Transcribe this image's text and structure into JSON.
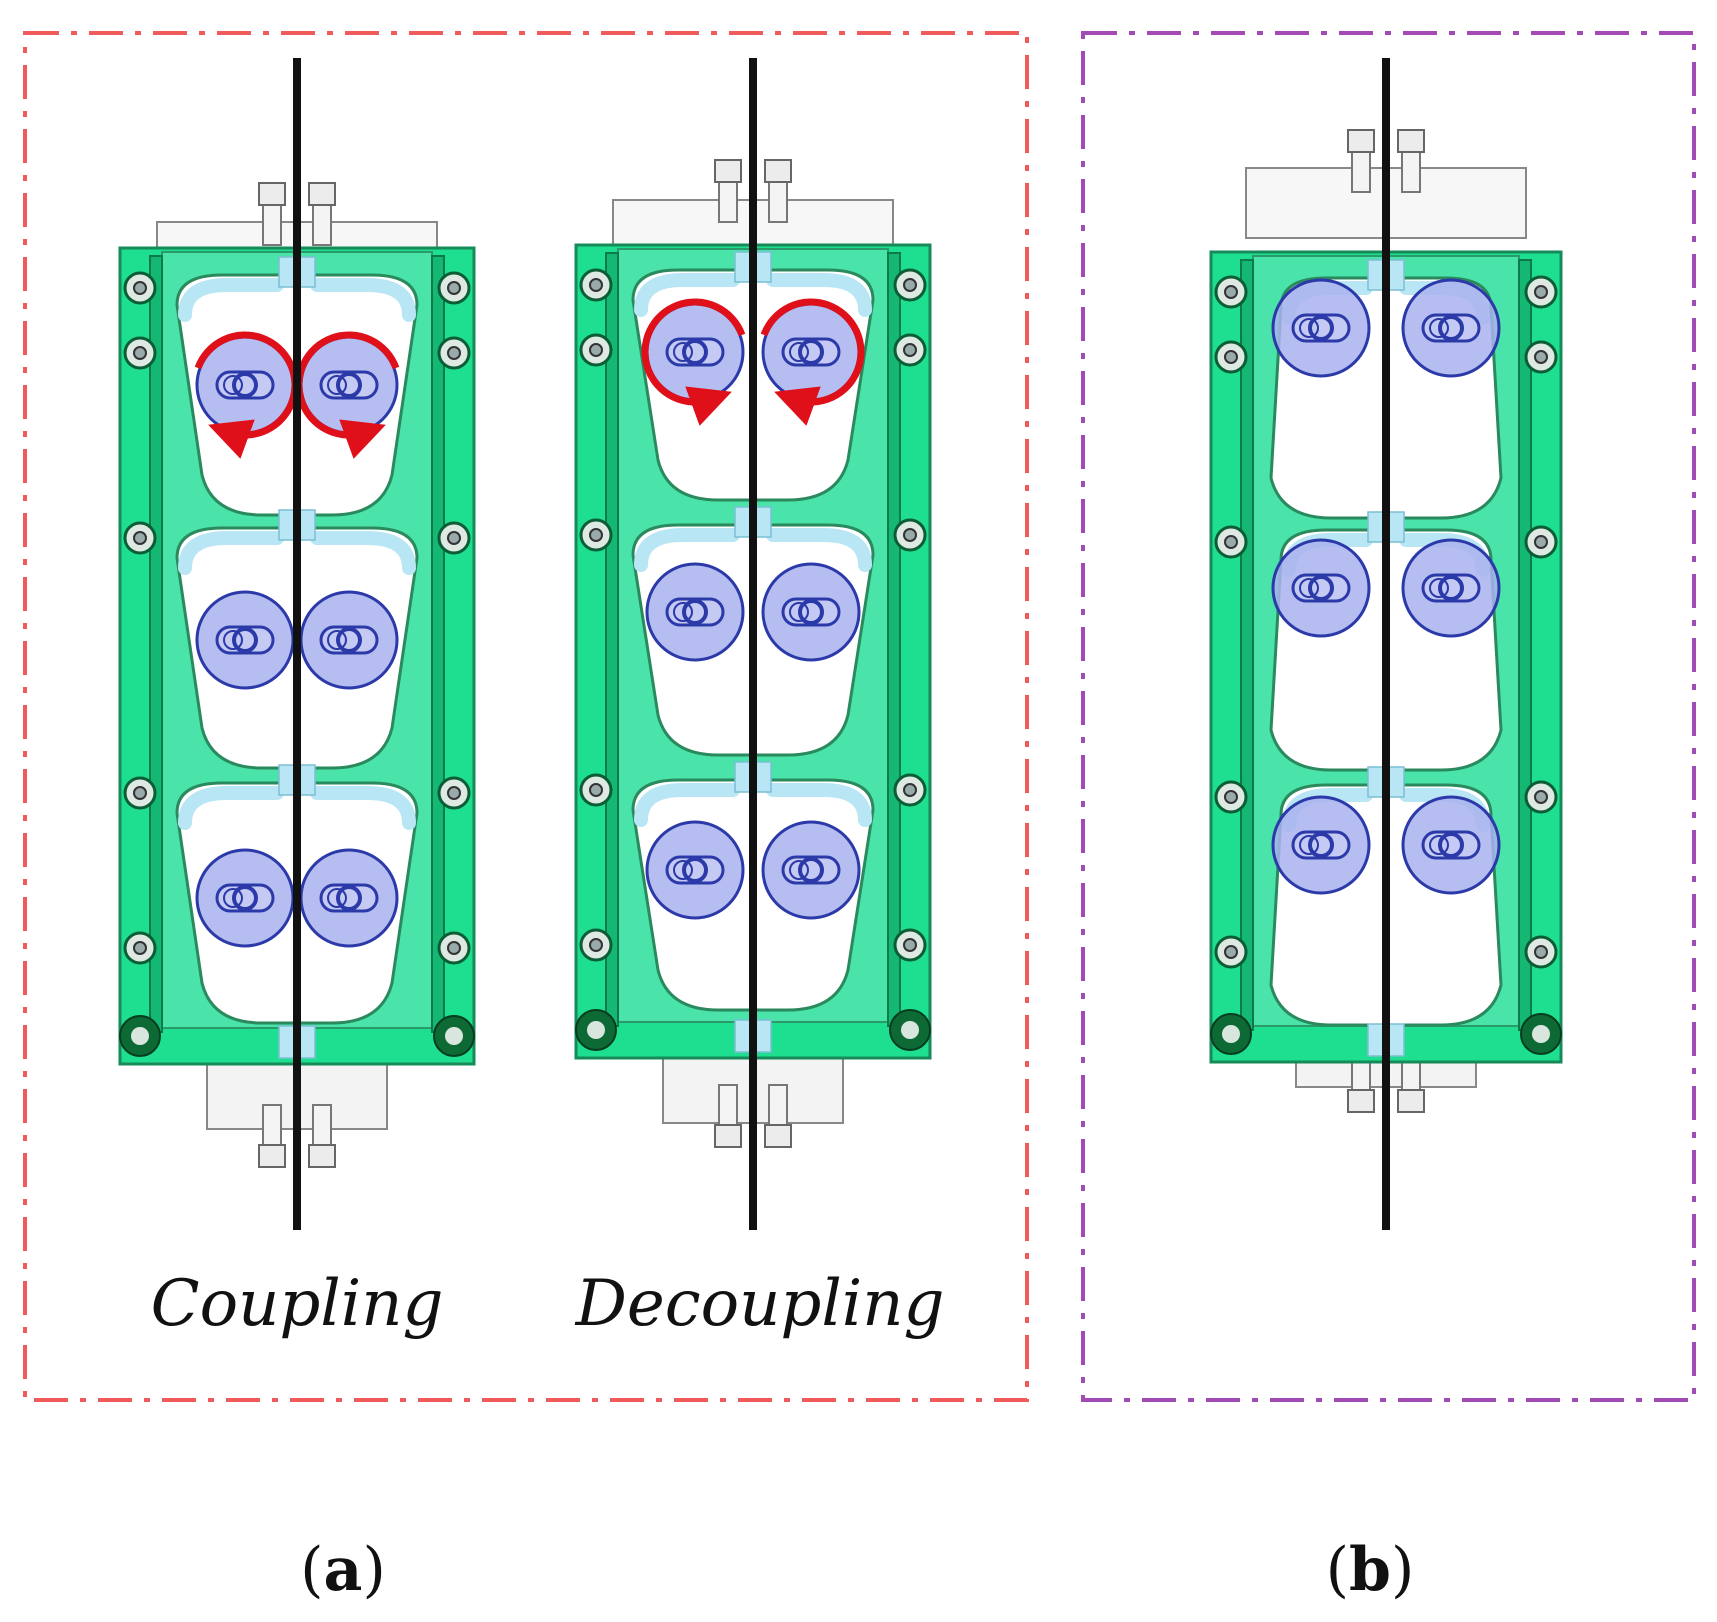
{
  "colors": {
    "frame_a": "#f05a5a",
    "frame_b": "#a24bb4",
    "plate_green": "#1ede8f",
    "plate_edge": "#178a5a",
    "roller_fill": "#a9b2ee",
    "roller_edge": "#2b3aa8",
    "arrow_red": "#e0101a",
    "shaft": "#111111"
  },
  "panel_a": {
    "label_prefix": "(",
    "label_letter": "a",
    "label_suffix": ")",
    "mechanisms": [
      {
        "caption": "Coupling",
        "mode": "coupling"
      },
      {
        "caption": "Decoupling",
        "mode": "decoupling"
      }
    ]
  },
  "panel_b": {
    "label_prefix": "(",
    "label_letter": "b",
    "label_suffix": ")",
    "mechanisms": [
      {
        "caption": "",
        "mode": "separated"
      }
    ]
  }
}
